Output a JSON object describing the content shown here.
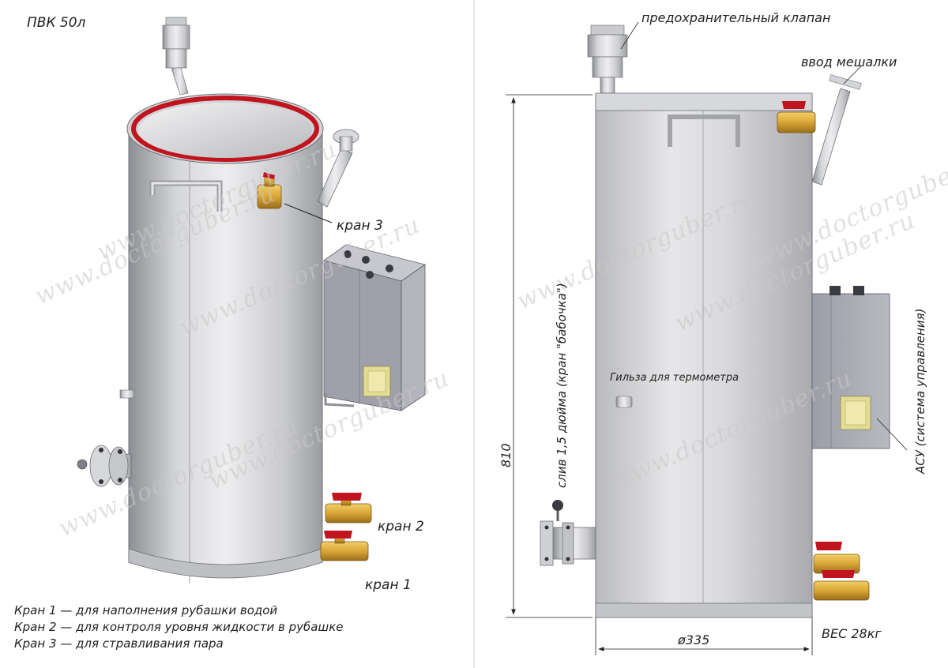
{
  "title": "ПВК 50л",
  "left_labels": {
    "kran3": "кран 3",
    "kran2": "кран 2",
    "kran1": "кран 1"
  },
  "legend": [
    "Кран 1 — для наполнения рубашки водой",
    "Кран 2 — для контроля уровня жидкости в рубашке",
    "Кран 3 — для стравливания пара"
  ],
  "right_labels": {
    "safety_valve": "предохранительный клапан",
    "mixer_input": "ввод мешалки",
    "thermometer": "Гильза для термометра",
    "drain": "слив 1,5 дюйма (кран \"бабочка\")",
    "control_system": "АСУ (система управления)",
    "weight": "ВЕС 28кг"
  },
  "dimensions": {
    "height": "810",
    "diameter": "ø335"
  },
  "watermark": "www.doctorguber.ru",
  "colors": {
    "steel_light": "#e4e4e6",
    "steel_dark": "#8d8f94",
    "rim_red": "#c0141e",
    "brass": "#d9a636",
    "box": "#a8a9b2",
    "switch": "#e3dc94"
  }
}
